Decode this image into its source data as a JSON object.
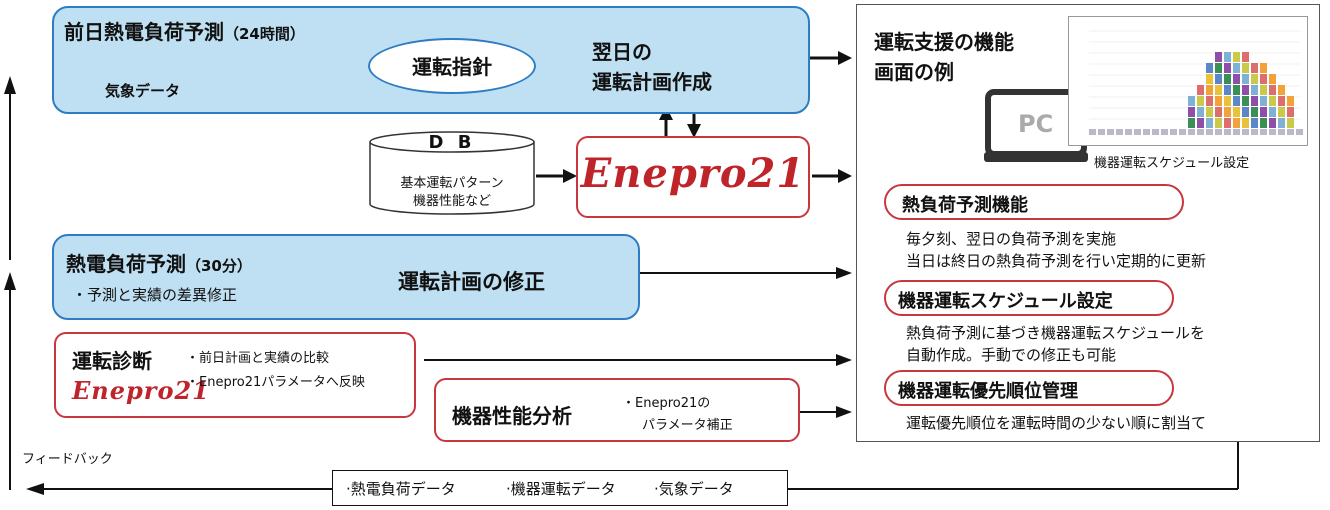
{
  "top": {
    "title": "前日熱電負荷予測",
    "title_sub": "（24時間）",
    "weather": "気象データ",
    "guideline": "運転指針",
    "plan_line1": "翌日の",
    "plan_line2": "運転計画作成"
  },
  "db": {
    "title": "D B",
    "line1": "基本運転パターン",
    "line2": "機器性能など"
  },
  "enepro_logo": "Enepro21",
  "middle": {
    "title": "熱電負荷予測",
    "title_sub": "（30分）",
    "bullet": "・予測と実績の差異修正",
    "fix": "運転計画の修正"
  },
  "diagnosis": {
    "title": "運転診断",
    "logo": "Enepro21",
    "bullet1": "・前日計画と実績の比較",
    "bullet2": "・Enepro21パラメータへ反映"
  },
  "analysis": {
    "title": "機器性能分析",
    "line1": "・Enepro21の",
    "line2": "パラメータ補正"
  },
  "feedback": "フィードバック",
  "data_box": {
    "item1": "·熱電負荷データ",
    "item2": "·機器運転データ",
    "item3": "·気象データ"
  },
  "panel": {
    "title_line1": "運転支援の機能",
    "title_line2": "画面の例",
    "pc_label": "PC",
    "screenshot_caption": "機器運転スケジュール設定",
    "features": [
      {
        "name": "熱負荷予測機能",
        "desc1": "毎夕刻、翌日の負荷予測を実施",
        "desc2": "当日は終日の熱負荷予測を行い定期的に更新"
      },
      {
        "name": "機器運転スケジュール設定",
        "desc1": "熱負荷予測に基づき機器運転スケジュールを",
        "desc2": "自動作成。手動での修正も可能"
      },
      {
        "name": "機器運転優先順位管理",
        "desc1": "運転優先順位を運転時間の少ない順に割当て"
      }
    ]
  },
  "colors": {
    "blue_fill": "#bfe0f2",
    "blue_border": "#2e7dc4",
    "red_border": "#c8373d",
    "logo_red": "#c0242b"
  }
}
